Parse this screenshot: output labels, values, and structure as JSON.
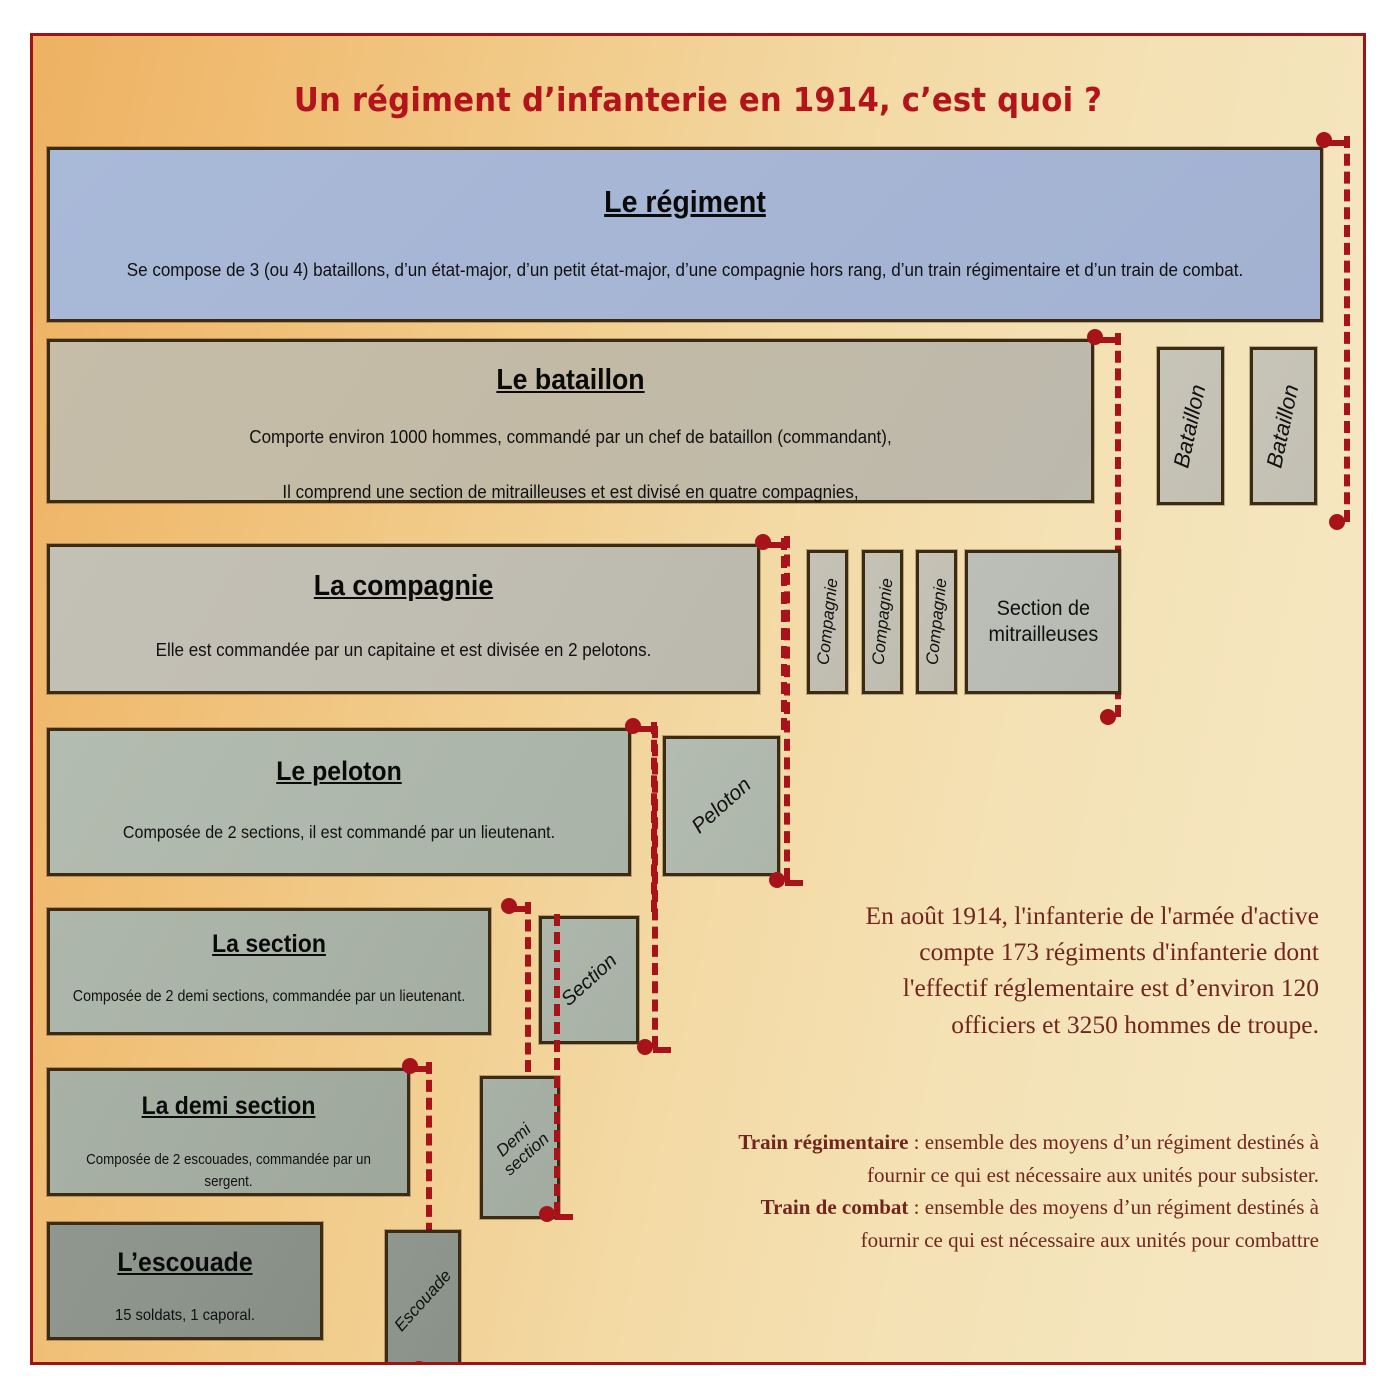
{
  "poster": {
    "title": "Un régiment d’infanterie en 1914, c’est quoi ?",
    "accent_color": "#b3141b",
    "frame_color": "#9e1316",
    "connector_color": "#a8131a"
  },
  "hierarchy": [
    {
      "key": "regiment",
      "title": "Le régiment",
      "description": "Se compose de 3 (ou 4) bataillons, d’un état-major, d’un petit état-major, d’une compagnie hors rang, d’un train régimentaire et d’un train de combat.",
      "fill": "#a6b5d4"
    },
    {
      "key": "bataillon",
      "title": "Le bataillon",
      "line1": "Comporte environ 1000 hommes, commandé par un chef de bataillon (commandant),",
      "line2": "Il comprend une section de mitrailleuses et est divisé en quatre compagnies,",
      "fill": "#c2baa5"
    },
    {
      "key": "compagnie",
      "title": "La compagnie",
      "description": "Elle est commandée par un capitaine et  est divisée en 2 pelotons.",
      "fill": "#c0bdb2"
    },
    {
      "key": "peloton",
      "title": "Le peloton",
      "description": "Composée de 2 sections, il est commandé par un lieutenant.",
      "fill": "#aeb7ab"
    },
    {
      "key": "section",
      "title": "La section",
      "description": "Composée de 2 demi sections, commandée par un lieutenant.",
      "fill": "#a9b2a6"
    },
    {
      "key": "demi_section",
      "title": "La demi section",
      "description": "Composée de 2 escouades, commandée par un sergent.",
      "fill": "#a3aca0"
    },
    {
      "key": "escouade",
      "title": "L’escouade",
      "description": "15 soldats, 1 caporal.",
      "fill": "#8b938b"
    }
  ],
  "siblings": {
    "bataillon_1": "Bataillon",
    "bataillon_2": "Bataillon",
    "compagnie_1": "Compagnie",
    "compagnie_2": "Compagnie",
    "compagnie_3": "Compagnie",
    "section_mitrailleuses": "Section de\nmitrailleuses",
    "peloton": "Peloton",
    "section": "Section",
    "demi_section": "Demi\nsection",
    "escouade": "Escouade"
  },
  "notes": {
    "effectifs": "En août 1914, l'infanterie de l'armée d'active compte 173 régiments d'infanterie dont l'effectif réglementaire est d’environ 120 officiers et 3250 hommes de troupe.",
    "train_regimentaire_label": "Train régimentaire",
    "train_regimentaire_text": " : ensemble des moyens d’un régiment destinés à fournir ce qui est nécessaire aux unités pour subsister.",
    "train_combat_label": "Train de combat",
    "train_combat_text": " : ensemble des moyens d’un régiment destinés à fournir ce qui est nécessaire aux unités pour combattre"
  }
}
